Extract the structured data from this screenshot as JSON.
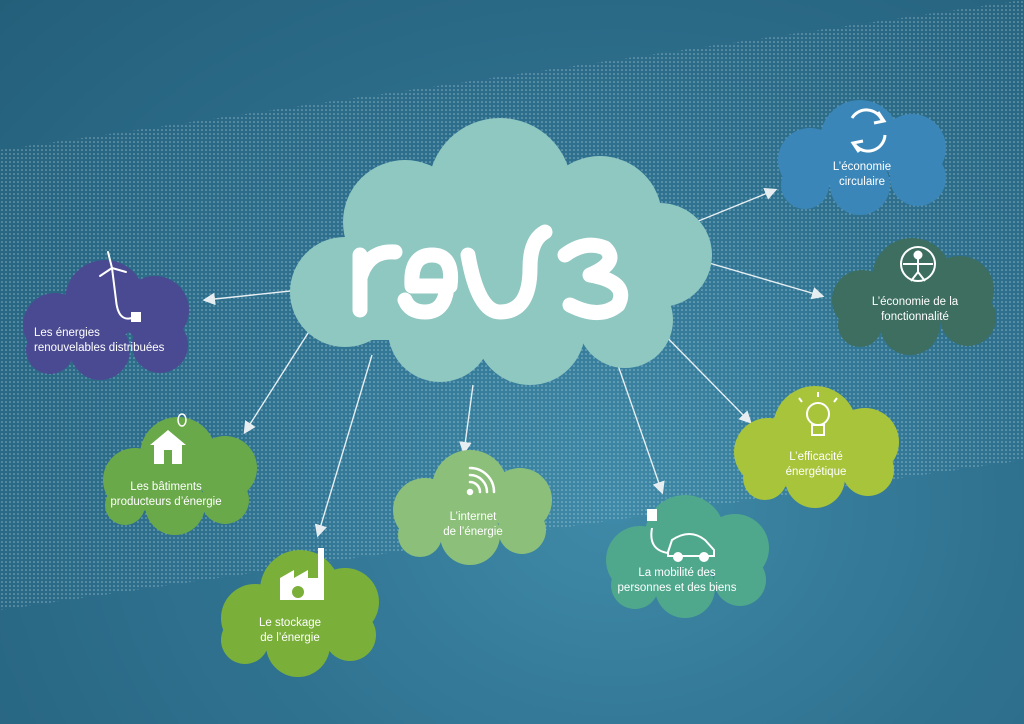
{
  "center": {
    "logo": "rev3"
  },
  "nodes": [
    {
      "id": "renewables",
      "line1": "Les énergies",
      "line2": "renouvelables distribuées",
      "color": "#4a4a92",
      "icon": "wind-turbine-plug-icon"
    },
    {
      "id": "buildings",
      "line1": "Les bâtiments",
      "line2": "producteurs d’énergie",
      "color": "#6aa94a",
      "icon": "house-leaf-icon"
    },
    {
      "id": "storage",
      "line1": "Le stockage",
      "line2": "de l’énergie",
      "color": "#7ab03a",
      "icon": "factory-leaf-icon"
    },
    {
      "id": "internet",
      "line1": "L’internet",
      "line2": "de l’énergie",
      "color": "#8cc07a",
      "icon": "wifi-signal-icon"
    },
    {
      "id": "mobility",
      "line1": "La mobilité des",
      "line2": "personnes et des biens",
      "color": "#4fa88c",
      "icon": "electric-car-icon"
    },
    {
      "id": "efficiency",
      "line1": "L’efficacité",
      "line2": "énergétique",
      "color": "#a8c43a",
      "icon": "light-bulb-icon"
    },
    {
      "id": "functionality",
      "line1": "L’économie de la",
      "line2": "fonctionnalité",
      "color": "#3d6e5f",
      "icon": "vitruvian-man-icon"
    },
    {
      "id": "circular",
      "line1": "L’économie",
      "line2": "circulaire",
      "color": "#3a86b8",
      "icon": "recycle-arrows-icon"
    }
  ],
  "colors": {
    "background": "#2f7290",
    "center_cloud": "#8fc7c1",
    "arrow": "#e6eef2"
  }
}
